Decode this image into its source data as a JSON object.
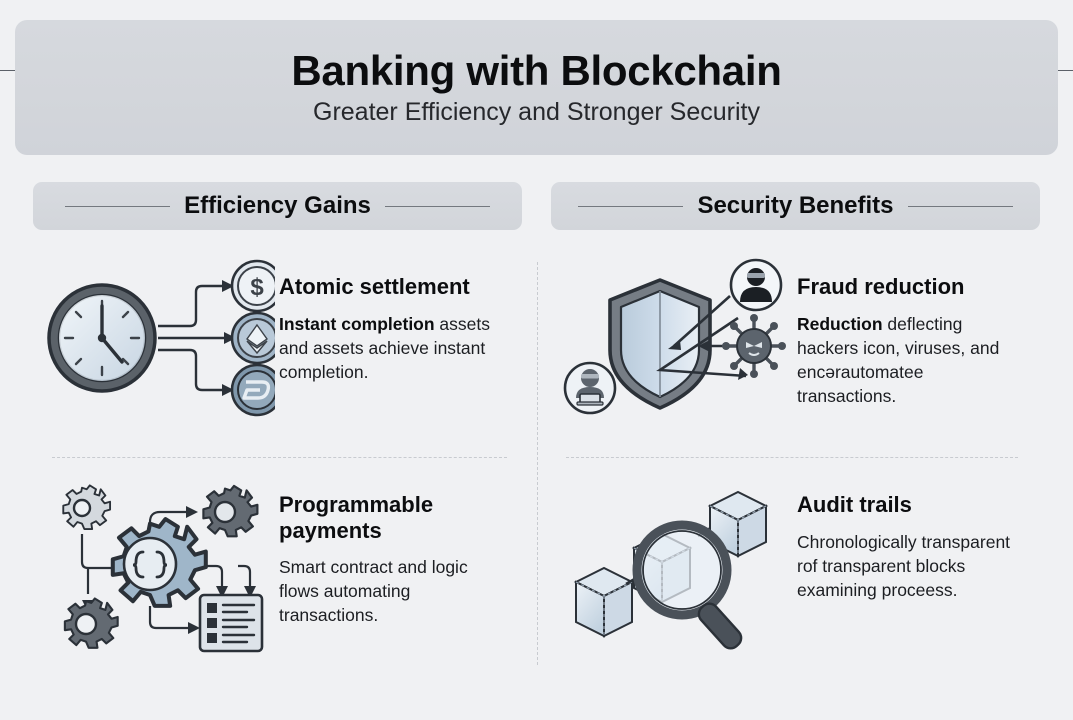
{
  "header": {
    "title": "Banking with Blockchain",
    "subtitle": "Greater Efficiency and Stronger Security",
    "rule_color": "#5b6068",
    "panel_color": "#d3d6db"
  },
  "background_color": "#f0f1f3",
  "sections": [
    {
      "id": "efficiency",
      "title": "Efficiency Gains"
    },
    {
      "id": "security",
      "title": "Security Benefits"
    }
  ],
  "items": [
    {
      "id": "atomic-settlement",
      "section": "efficiency",
      "title": "Atomic settlement",
      "body_lead": "Instant completion",
      "body_rest": " assets and assets achieve instant completion.",
      "icon": "clock-to-coins-icon",
      "icon_parts": [
        "clock-icon",
        "dollar-coin-icon",
        "ethereum-coin-icon",
        "dash-coin-icon",
        "arrow-icon"
      ]
    },
    {
      "id": "fraud-reduction",
      "section": "security",
      "title": "Fraud reduction",
      "body_lead": "Reduction",
      "body_rest": " deflecting hackers icon, viruses, and encərautomatee transactions.",
      "icon": "shield-deflect-icon",
      "icon_parts": [
        "shield-icon",
        "hacker-icon",
        "virus-icon",
        "laptop-user-icon",
        "arrow-icon"
      ]
    },
    {
      "id": "programmable-payments",
      "section": "efficiency",
      "title": "Programmable payments",
      "body_lead": "",
      "body_rest": "Smart contract and logic flows automating transactions.",
      "icon": "gears-code-flow-icon",
      "icon_parts": [
        "gear-icon",
        "code-braces-icon",
        "checklist-icon",
        "arrow-icon"
      ]
    },
    {
      "id": "audit-trails",
      "section": "security",
      "title": "Audit trails",
      "body_lead": "",
      "body_rest": "Chronologically transparent rof transparent blocks examining proceess.",
      "icon": "blocks-magnifier-icon",
      "icon_parts": [
        "block-cube-icon",
        "magnifier-icon",
        "arrow-icon"
      ]
    }
  ],
  "palette": {
    "ink": "#2b3138",
    "ink_dark": "#3c4249",
    "steel_light": "#ccd7e2",
    "steel_mid": "#a8bccd",
    "steel_pale": "#e3eaf1",
    "gray_gear": "#5e646b",
    "gray_gear_light": "#d3d7dc"
  }
}
